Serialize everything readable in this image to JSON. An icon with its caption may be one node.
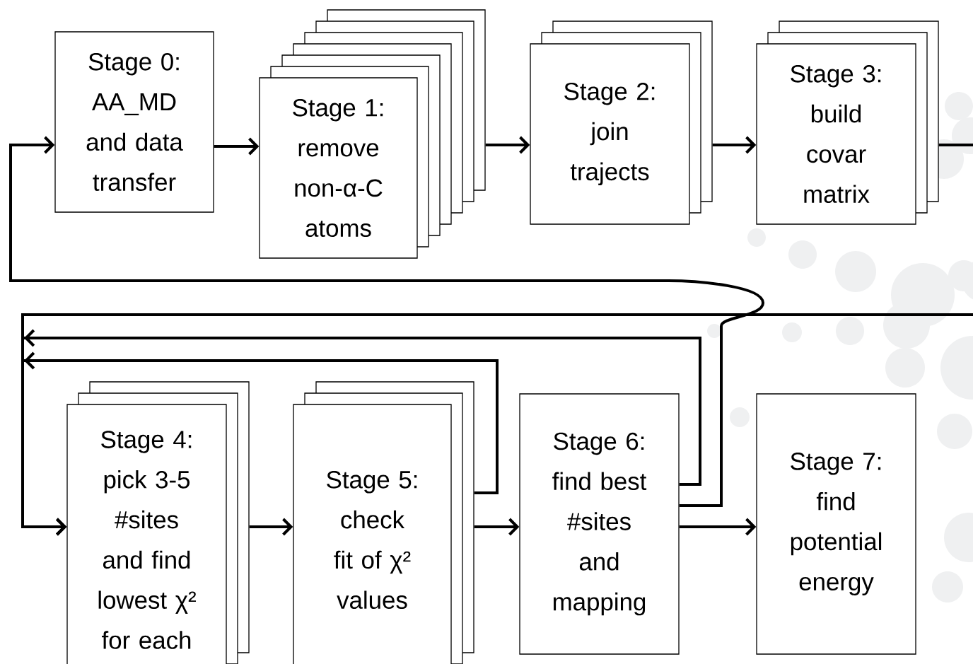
{
  "diagram": {
    "nodes": [
      {
        "text": [
          "Stage 0:",
          "AA_MD and data transfer"
        ]
      },
      {
        "text": [
          "Stage 1:",
          "remove non-α-C atoms"
        ]
      },
      {
        "text": [
          "Stage 2:",
          "join trajects"
        ]
      },
      {
        "text": [
          "Stage 3:",
          "build covar matrix"
        ]
      },
      {
        "text": [
          "Stage 4:",
          "pick 3-5 #sites and find lowest χ² for each"
        ]
      },
      {
        "text": [
          "Stage 5:",
          "check fit of χ² values"
        ]
      },
      {
        "text": [
          "Stage 6:",
          "find best #sites and mapping"
        ]
      },
      {
        "text": [
          "Stage 7:",
          "find potential energy"
        ]
      }
    ],
    "edges": [
      {
        "from": 0,
        "to": 1,
        "arrow": "to"
      },
      {
        "from": 1,
        "to": 2,
        "arrow": "to"
      },
      {
        "from": 2,
        "to": 3,
        "arrow": "to"
      },
      {
        "from": 3,
        "to": 4,
        "arrow": "to"
      },
      {
        "from": 4,
        "to": 5,
        "arrow": "to"
      },
      {
        "from": 5,
        "to": 6,
        "arrow": "to"
      },
      {
        "from": 6,
        "to": 7,
        "arrow": "to"
      },
      {
        "from": 5,
        "to": 4,
        "arrow": "to"
      },
      {
        "from": 6,
        "to": 4,
        "arrow": "to"
      },
      {
        "from": 6,
        "to": 0,
        "arrow": "to"
      }
    ]
  }
}
